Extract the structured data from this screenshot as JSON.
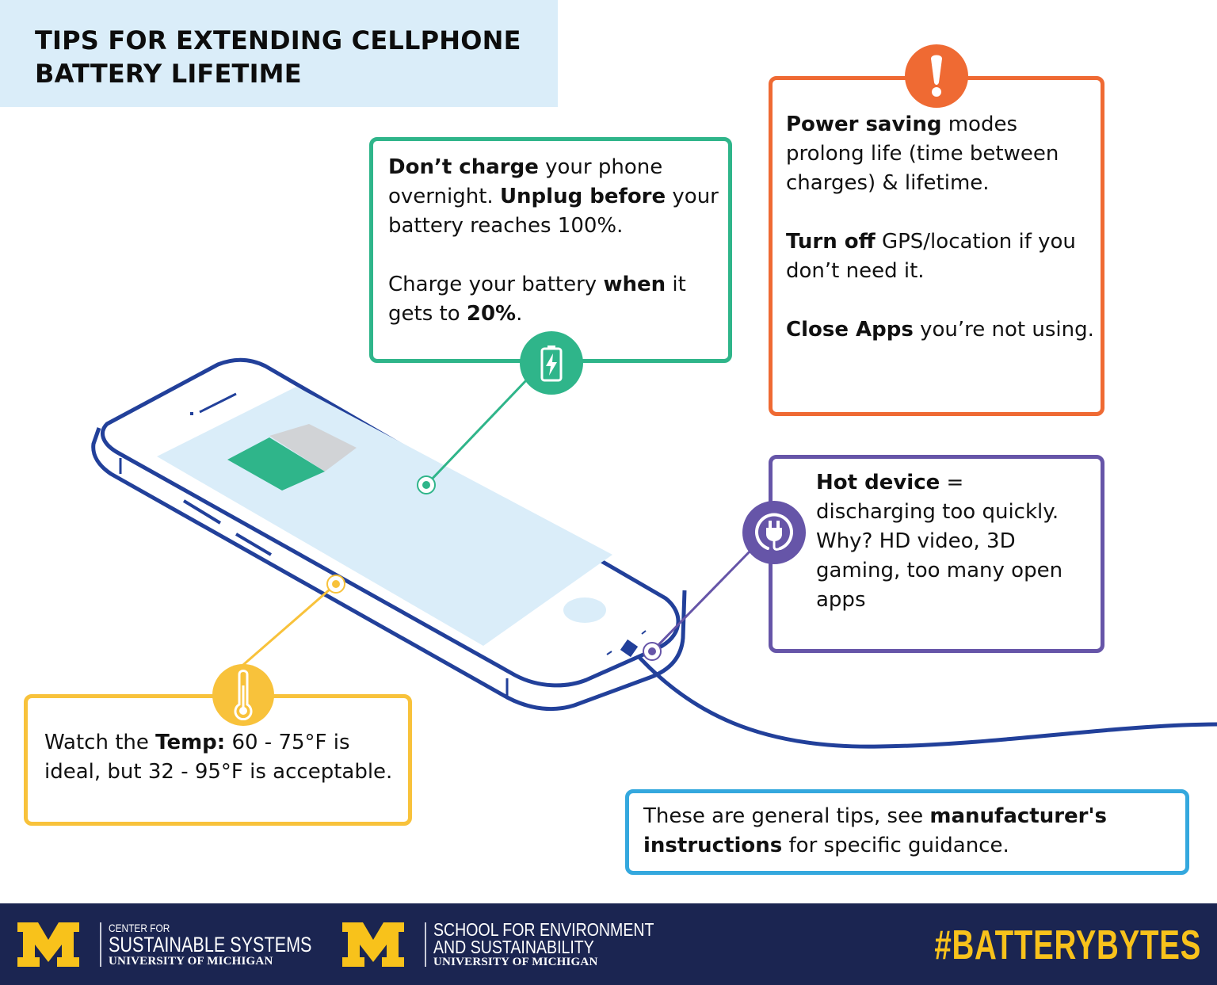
{
  "header": {
    "title_line1": "TIPS FOR EXTENDING CELLPHONE",
    "title_line2": "BATTERY LIFETIME"
  },
  "colors": {
    "title_bg": "#daedf9",
    "green": "#2fb58a",
    "orange": "#ef6a33",
    "purple": "#6655a8",
    "yellow": "#f8c23b",
    "blue": "#34a8de",
    "phone_outline": "#22409a",
    "screen": "#daedf9",
    "footer_bg": "#1b2551",
    "footer_gold": "#f8c21b"
  },
  "tips": {
    "charging": {
      "icon": "battery-charging-icon",
      "p1": {
        "b1": "Don’t charge",
        "t1": " your phone overnight. ",
        "b2": "Unplug before",
        "t2": " your battery reaches 100%."
      },
      "p2": {
        "t1": "Charge your battery ",
        "b1": "when",
        "t2": " it gets to ",
        "b2": "20%",
        "t3": "."
      }
    },
    "power": {
      "icon": "exclamation-icon",
      "p1": {
        "b1": "Power saving",
        "t1": " modes prolong life (time between charges) & lifetime."
      },
      "p2": {
        "b1": "Turn off",
        "t1": " GPS/location if you don’t need it."
      },
      "p3": {
        "b1": "Close Apps",
        "t1": " you’re not using."
      }
    },
    "hot": {
      "icon": "plug-icon",
      "b1": "Hot device",
      "t1": " = discharging too quickly.",
      "t2": "Why? HD video, 3D gaming, too many open apps"
    },
    "temp": {
      "icon": "thermometer-icon",
      "t1": "Watch the ",
      "b1": "Temp:",
      "t2": " 60 - 75°F is ideal, but 32 - 95°F is acceptable."
    },
    "general": {
      "t1": "These are general tips, see ",
      "b1": "manufacturer's instructions",
      "t2": " for specific guidance."
    }
  },
  "phone_illustration": {
    "battery_level_icon": "battery-half-full",
    "callouts": [
      "screen",
      "side",
      "charging-port"
    ]
  },
  "footer": {
    "logo1": {
      "line1": "CENTER FOR",
      "line2": "SUSTAINABLE SYSTEMS",
      "line3": "UNIVERSITY OF MICHIGAN"
    },
    "logo2": {
      "line1": "SCHOOL FOR ENVIRONMENT",
      "line2": "AND SUSTAINABILITY",
      "line3": "UNIVERSITY OF MICHIGAN"
    },
    "hashtag": "#BATTERYBYTES"
  }
}
